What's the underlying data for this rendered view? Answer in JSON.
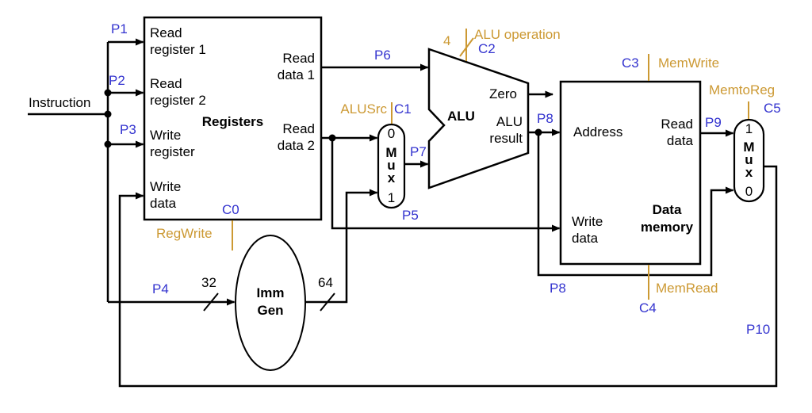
{
  "colors": {
    "blue": "#3434cf",
    "orange": "#cc9933",
    "wire": "#000000",
    "background": "#ffffff"
  },
  "instruction_label": "Instruction",
  "port_labels": {
    "p1": "P1",
    "p2": "P2",
    "p3": "P3",
    "p4": "P4",
    "p5": "P5",
    "p6": "P6",
    "p7": "P7",
    "p8": "P8",
    "p9": "P9",
    "p10": "P10"
  },
  "control_signals": {
    "c0": {
      "code": "C0",
      "name": "RegWrite"
    },
    "c1": {
      "code": "C1",
      "name": "ALUSrc"
    },
    "c2": {
      "code": "C2",
      "name": "ALU operation",
      "bus_width": "4"
    },
    "c3": {
      "code": "C3",
      "name": "MemWrite"
    },
    "c4": {
      "code": "C4",
      "name": "MemRead"
    },
    "c5": {
      "code": "C5",
      "name": "MemtoReg"
    }
  },
  "bus_widths": {
    "imm_in": "32",
    "imm_out": "64"
  },
  "blocks": {
    "registers": {
      "title": "Registers",
      "ports": {
        "read_register_1": "Read\nregister 1",
        "read_register_2": "Read\nregister 2",
        "write_register": "Write\nregister",
        "write_data": "Write\ndata",
        "read_data_1": "Read\ndata 1",
        "read_data_2": "Read\ndata 2"
      }
    },
    "imm_gen": {
      "title": "Imm\nGen"
    },
    "alu": {
      "title": "ALU",
      "outputs": {
        "zero": "Zero",
        "result": "ALU\nresult"
      }
    },
    "data_memory": {
      "title": "Data\nmemory",
      "ports": {
        "address": "Address",
        "write_data": "Write\ndata",
        "read_data": "Read\ndata"
      }
    },
    "mux_alusrc": {
      "input_top": "0",
      "label": "M\nu\nx",
      "input_bottom": "1"
    },
    "mux_memtoreg": {
      "input_top": "1",
      "label": "M\nu\nx",
      "input_bottom": "0"
    }
  }
}
